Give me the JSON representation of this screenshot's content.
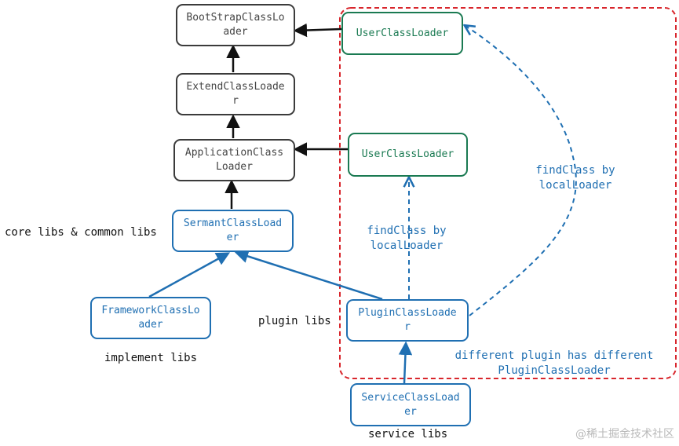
{
  "nodes": {
    "bootstrap": "BootStrapClassLo\nader",
    "extend": "ExtendClassLoade\nr",
    "application": "ApplicationClass\nLoader",
    "sermant": "SermantClassLoad\ner",
    "framework": "FrameworkClassLo\nader",
    "user_top": "UserClassLoader",
    "user_mid": "UserClassLoader",
    "plugin": "PluginClassLoade\nr",
    "service": "ServiceClassLoad\ner"
  },
  "labels": {
    "core_libs": "core libs & common libs",
    "implement_libs": "implement libs",
    "plugin_libs": "plugin libs",
    "service_libs": "service libs",
    "findclass_mid": "findClass by\nlocalLoader",
    "findclass_right": "findClass by\nlocalLoader",
    "different_plugin": "different plugin has different\nPluginClassLoader"
  },
  "watermark": "@稀土掘金技术社区",
  "colors": {
    "gray": "#3b3b3b",
    "green": "#1a7a52",
    "blue": "#1f6fb2",
    "red_dashed": "#d8262c",
    "black_arrow": "#111111"
  }
}
